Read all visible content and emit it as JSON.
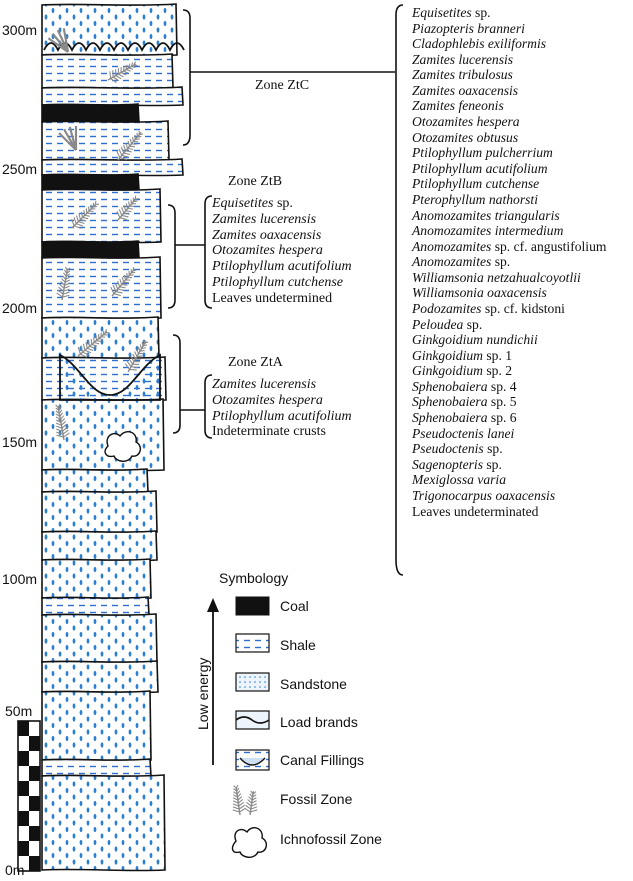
{
  "depth_labels": [
    "300m",
    "250m",
    "200m",
    "150m",
    "100m",
    "50m",
    "0m"
  ],
  "zones": {
    "ztc": {
      "title": "Zone ZtC",
      "species": [
        {
          "genus": "Equisetites",
          "rest": " sp."
        },
        {
          "genus": "Piazopteris branneri",
          "rest": ""
        },
        {
          "genus": "Cladophlebis exiliformis",
          "rest": ""
        },
        {
          "genus": "Zamites lucerensis",
          "rest": ""
        },
        {
          "genus": "Zamites tribulosus",
          "rest": ""
        },
        {
          "genus": "Zamites oaxacensis",
          "rest": ""
        },
        {
          "genus": "Zamites feneonis",
          "rest": ""
        },
        {
          "genus": "Otozamites hespera",
          "rest": ""
        },
        {
          "genus": "Otozamites obtusus",
          "rest": ""
        },
        {
          "genus": "Ptilophyllum pulcherrium",
          "rest": ""
        },
        {
          "genus": "Ptilophyllum acutifolium",
          "rest": ""
        },
        {
          "genus": "Ptilophyllum cutchense",
          "rest": ""
        },
        {
          "genus": "Pterophyllum nathorsti",
          "rest": ""
        },
        {
          "genus": "Anomozamites triangularis",
          "rest": ""
        },
        {
          "genus": "Anomozamites intermedium",
          "rest": ""
        },
        {
          "genus": "Anomozamites",
          "rest": " sp. cf. angustifolium"
        },
        {
          "genus": "Anomozamites",
          "rest": " sp."
        },
        {
          "genus": "Williamsonia netzahualcoyotlii",
          "rest": ""
        },
        {
          "genus": "Williamsonia oaxacensis",
          "rest": ""
        },
        {
          "genus": "Podozamites",
          "rest": " sp. cf. kidstoni"
        },
        {
          "genus": "Peloudea",
          "rest": " sp."
        },
        {
          "genus": "Ginkgoidium nundichii",
          "rest": ""
        },
        {
          "genus": "Ginkgoidium",
          "rest": " sp. 1"
        },
        {
          "genus": "Ginkgoidium",
          "rest": " sp. 2"
        },
        {
          "genus": "Sphenobaiera",
          "rest": " sp. 4"
        },
        {
          "genus": "Sphenobaiera",
          "rest": " sp. 5"
        },
        {
          "genus": "Sphenobaiera",
          "rest": " sp. 6"
        },
        {
          "genus": "Pseudoctenis lanei",
          "rest": ""
        },
        {
          "genus": "Pseudoctenis",
          "rest": " sp."
        },
        {
          "genus": "Sagenopteris",
          "rest": " sp."
        },
        {
          "genus": "Mexiglossa varia",
          "rest": ""
        },
        {
          "genus": "Trigonocarpus oaxacensis",
          "rest": ""
        },
        {
          "genus": "",
          "rest": "Leaves undeterminated"
        }
      ]
    },
    "ztb": {
      "title": "Zone ZtB",
      "species": [
        {
          "genus": "Equisetites",
          "rest": " sp."
        },
        {
          "genus": "Zamites lucerensis",
          "rest": ""
        },
        {
          "genus": "Zamites oaxacensis",
          "rest": ""
        },
        {
          "genus": "Otozamites hespera",
          "rest": ""
        },
        {
          "genus": "Ptilophyllum acutifolium",
          "rest": ""
        },
        {
          "genus": "Ptilophyllum cutchense",
          "rest": ""
        },
        {
          "genus": "",
          "rest": "Leaves undetermined"
        }
      ]
    },
    "zta": {
      "title": "Zone ZtA",
      "species": [
        {
          "genus": "Zamites lucerensis",
          "rest": ""
        },
        {
          "genus": "Otozamites hespera",
          "rest": ""
        },
        {
          "genus": "Ptilophyllum acutifolium",
          "rest": ""
        },
        {
          "genus": "",
          "rest": "Indeterminate crusts"
        }
      ]
    }
  },
  "legend": {
    "title": "Symbology",
    "energy_label": "Low energy",
    "items": [
      "Coal",
      "Shale",
      "Sandstone",
      "Load brands",
      "Canal Fillings",
      "Fossil Zone",
      "Ichnofossil Zone"
    ]
  },
  "colors": {
    "sandstone_dot": "#2d7fd2",
    "shale_dash": "#2d6fd0",
    "fossil_gray": "#8a8a8a",
    "coal": "#111111"
  }
}
